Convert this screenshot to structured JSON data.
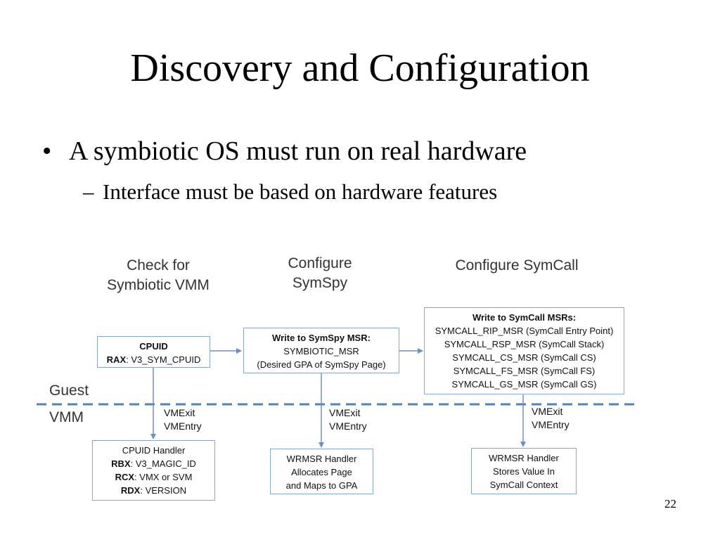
{
  "slide": {
    "title": "Discovery and Configuration",
    "bullet": "A symbiotic OS must run on real hardware",
    "subbullet": "Interface must be based on hardware features",
    "page_number": "22"
  },
  "diagram": {
    "columns": {
      "check": [
        "Check for",
        "Symbiotic VMM"
      ],
      "symspy": [
        "Configure",
        "SymSpy"
      ],
      "symcall": [
        "Configure SymCall"
      ]
    },
    "zones": {
      "guest": "Guest",
      "vmm": "VMM"
    },
    "transitions": {
      "exit": "VMExit",
      "entry": "VMEntry"
    },
    "cpuid_box": {
      "title": "CPUID",
      "reg": "RAX",
      "value": ": V3_SYM_CPUID"
    },
    "symspy_box": {
      "title": "Write to SymSpy MSR:",
      "line1": "SYMBIOTIC_MSR",
      "line2": "(Desired GPA of SymSpy Page)"
    },
    "symcall_box": {
      "title": "Write to SymCall MSRs:",
      "lines": [
        "SYMCALL_RIP_MSR (SymCall Entry Point)",
        "SYMCALL_RSP_MSR (SymCall Stack)",
        "SYMCALL_CS_MSR (SymCall CS)",
        "SYMCALL_FS_MSR (SymCall FS)",
        "SYMCALL_GS_MSR (SymCall GS)"
      ]
    },
    "cpuid_handler": {
      "title": "CPUID Handler",
      "rows": [
        {
          "reg": "RBX",
          "value": ": V3_MAGIC_ID"
        },
        {
          "reg": "RCX",
          "value": ": VMX or SVM"
        },
        {
          "reg": "RDX",
          "value": ": VERSION"
        }
      ]
    },
    "wrmsr_symspy_handler": {
      "lines": [
        "WRMSR Handler",
        "Allocates Page",
        "and Maps to GPA"
      ]
    },
    "wrmsr_symcall_handler": {
      "lines": [
        "WRMSR Handler",
        "Stores Value In",
        "SymCall Context"
      ]
    }
  }
}
